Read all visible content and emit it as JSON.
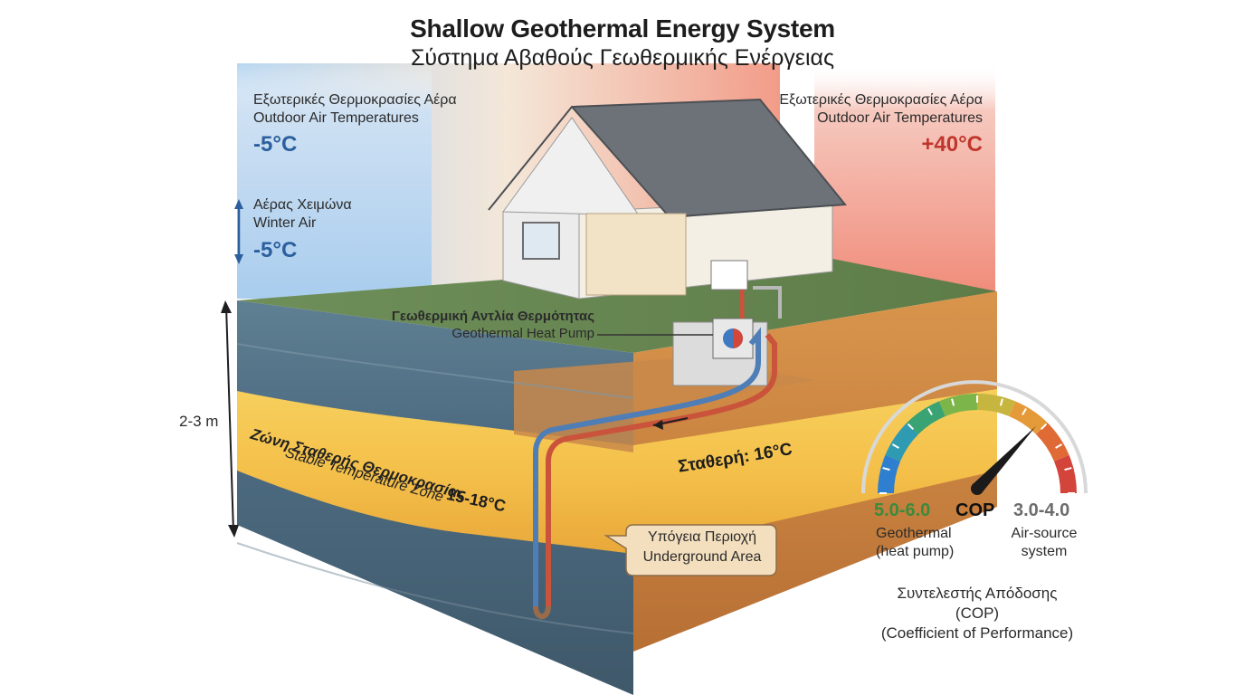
{
  "title": {
    "en": "Shallow Geothermal Energy System",
    "gr": "Σύστημα Αβαθούς Γεωθερμικής Ενέργειας"
  },
  "left_air": {
    "gr": "Εξωτερικές Θερμοκρασίες Αέρα",
    "en": "Outdoor Air Temperatures",
    "temp": "-5°C"
  },
  "right_air": {
    "gr": "Εξωτερικές Θερμοκρασίες Αέρα",
    "en": "Outdoor Air Temperatures",
    "temp": "+40°C"
  },
  "winter_air": {
    "gr": "Αέρας Χειμώνα",
    "en": "Winter Air",
    "temp": "-5°C"
  },
  "depth": {
    "label": "2-3 m"
  },
  "heat_pump": {
    "gr": "Γεωθερμική Αντλία Θερμότητας",
    "en": "Geothermal Heat Pump"
  },
  "stable_zone": {
    "gr": "Ζώνη Σταθερής Θερμοκρασίας",
    "en": "Stable Temperature Zone",
    "range": "15-18°C",
    "constant": "Σταθερή: 16°C"
  },
  "underground": {
    "gr": "Υπόγεια Περιοχή",
    "en": "Underground Area"
  },
  "cop": {
    "center": "COP",
    "geo_value": "5.0-6.0",
    "geo_line1": "Geothermal",
    "geo_line2": "(heat pump)",
    "air_value": "3.0-4.0",
    "air_line1": "Air-source",
    "air_line2": "system",
    "caption_gr": "Συντελεστής Απόδοσης",
    "caption_abbr": "(COP)",
    "caption_en": "(Coefficient of Performance)",
    "gauge_min": 0,
    "gauge_max": 1,
    "needle_fraction": 0.74
  },
  "colors": {
    "cold_accent": "#2c5f9e",
    "hot_accent": "#c0362c",
    "geo_green": "#3c8a3c",
    "air_gray": "#6c6c6c",
    "stable_zone": "#f6c44a"
  }
}
